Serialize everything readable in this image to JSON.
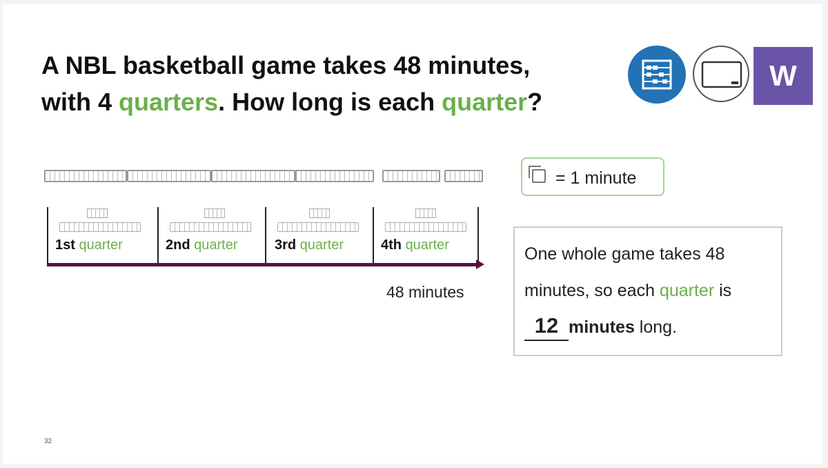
{
  "question": {
    "line1": "A NBL basketball game takes 48 minutes,",
    "line2_a": "with 4 ",
    "line2_b": "quarters",
    "line2_c": ". How long is each ",
    "line2_d": "quarter",
    "line2_e": "?"
  },
  "tools": {
    "bead_icon": "bead-string-icon",
    "board_icon": "whiteboard-icon",
    "w_label": "W"
  },
  "timeline": {
    "segments": [
      {
        "ordinal": "1st",
        "word": "quarter"
      },
      {
        "ordinal": "2nd",
        "word": "quarter"
      },
      {
        "ordinal": "3rd",
        "word": "quarter"
      },
      {
        "ordinal": "4th",
        "word": "quarter"
      }
    ],
    "total": "48 minutes"
  },
  "key": {
    "text": "= 1 minute"
  },
  "answer": {
    "line1": "One whole game takes 48",
    "line2_a": "minutes, so each ",
    "line2_b": "quarter",
    "line2_c": " is",
    "value": "12",
    "unit": "minutes",
    "line3_end": " long."
  },
  "page_number": "32",
  "colors": {
    "accent_green": "#6ab04c",
    "bead_blue": "#2372b6",
    "w_purple": "#6a54a8",
    "timeline": "#5a0f3e"
  }
}
